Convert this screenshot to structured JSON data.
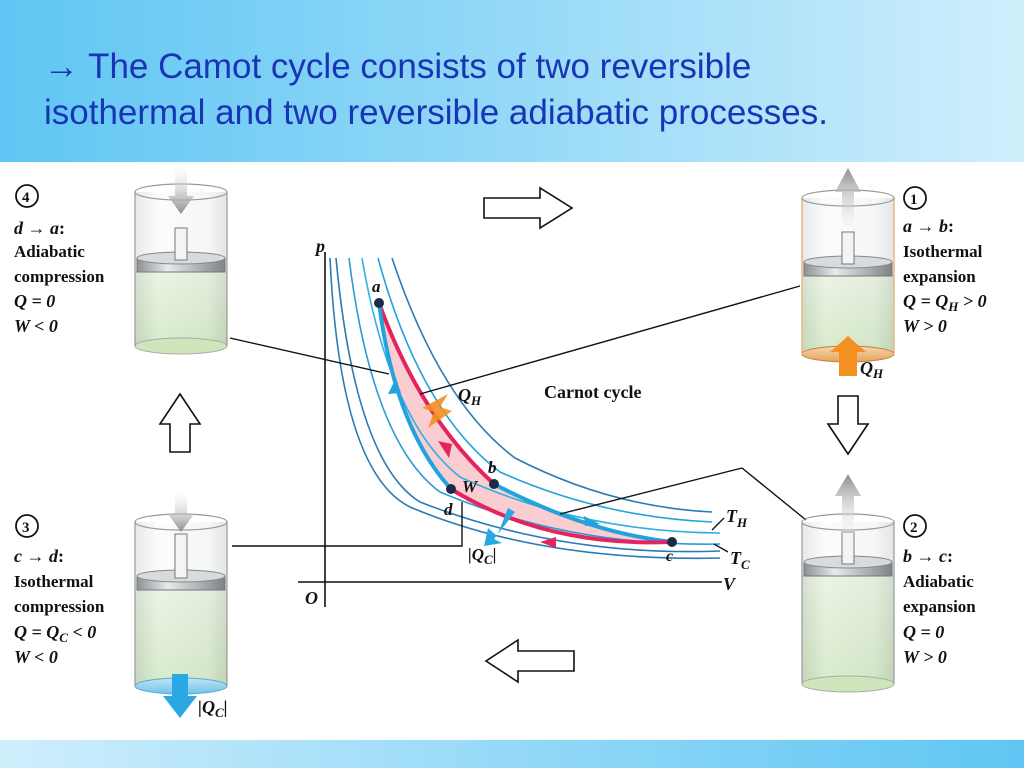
{
  "slide": {
    "title_line1": "→ The Camot cycle consists of two reversible",
    "title_line2": "isothermal and two reversible adiabatic processes."
  },
  "diagram": {
    "center_label": "Carnot cycle",
    "axis": {
      "y": "p",
      "x": "V",
      "origin": "O"
    },
    "points": {
      "a": "a",
      "b": "b",
      "c": "c",
      "d": "d"
    },
    "inner_labels": {
      "heat_in": "Q",
      "heat_in_sub": "H",
      "work": "W",
      "heat_out": "|Q",
      "heat_out_sub": "C",
      "heat_out_close": "|"
    },
    "isotherms": {
      "hot": "T",
      "hot_sub": "H",
      "cold": "T",
      "cold_sub": "C"
    },
    "colors": {
      "hot_isotherm": "#e4245e",
      "adiabat": "#23a3de",
      "cycle_fill": "#f9c8cc",
      "hot_heat": "#f39021",
      "cold_heat": "#2aa8e4",
      "gas": "#d6ecc7"
    }
  },
  "steps": {
    "step1": {
      "number": "1",
      "process_from": "a",
      "process_to": "b",
      "line1": "Isothermal",
      "line2": "expansion",
      "q_label": "Q = Q",
      "q_sub": "H",
      "q_tail": " > 0",
      "w_label": "W > 0",
      "heat_label": "Q",
      "heat_sub": "H"
    },
    "step2": {
      "number": "2",
      "process_from": "b",
      "process_to": "c",
      "line1": "Adiabatic",
      "line2": "expansion",
      "q_label": "Q = 0",
      "w_label": "W > 0"
    },
    "step3": {
      "number": "3",
      "process_from": "c",
      "process_to": "d",
      "line1": "Isothermal",
      "line2": "compression",
      "q_label": "Q = Q",
      "q_sub": "C",
      "q_tail": " < 0",
      "w_label": "W < 0",
      "heat_label": "|Q",
      "heat_sub": "C",
      "heat_close": "|"
    },
    "step4": {
      "number": "4",
      "process_from": "d",
      "process_to": "a",
      "line1": "Adiabatic",
      "line2": "compression",
      "q_label": "Q = 0",
      "w_label": "W < 0"
    }
  }
}
